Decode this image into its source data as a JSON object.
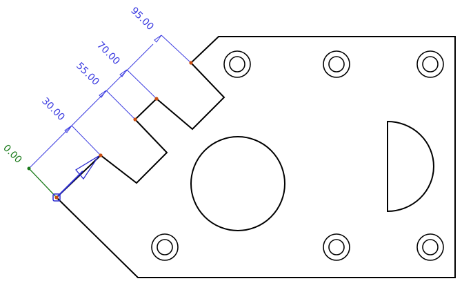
{
  "drawing": {
    "colors": {
      "outline": "#000000",
      "dimension": "#3a3ae0",
      "origin_dimension": "#1a7a1a",
      "point_marker": "#c84c10",
      "selected_marker": "#2a2ad0",
      "background": "#ffffff"
    },
    "ordinate_dimensions": [
      {
        "value_text": "0.00",
        "color_key": "origin_dimension"
      },
      {
        "value_text": "30.00",
        "color_key": "dimension"
      },
      {
        "value_text": "55.00",
        "color_key": "dimension"
      },
      {
        "value_text": "70.00",
        "color_key": "dimension"
      },
      {
        "value_text": "95.00",
        "color_key": "dimension"
      }
    ],
    "features": {
      "counterbored_holes": 6,
      "large_hole": 1,
      "half_round_slot": 1
    }
  }
}
